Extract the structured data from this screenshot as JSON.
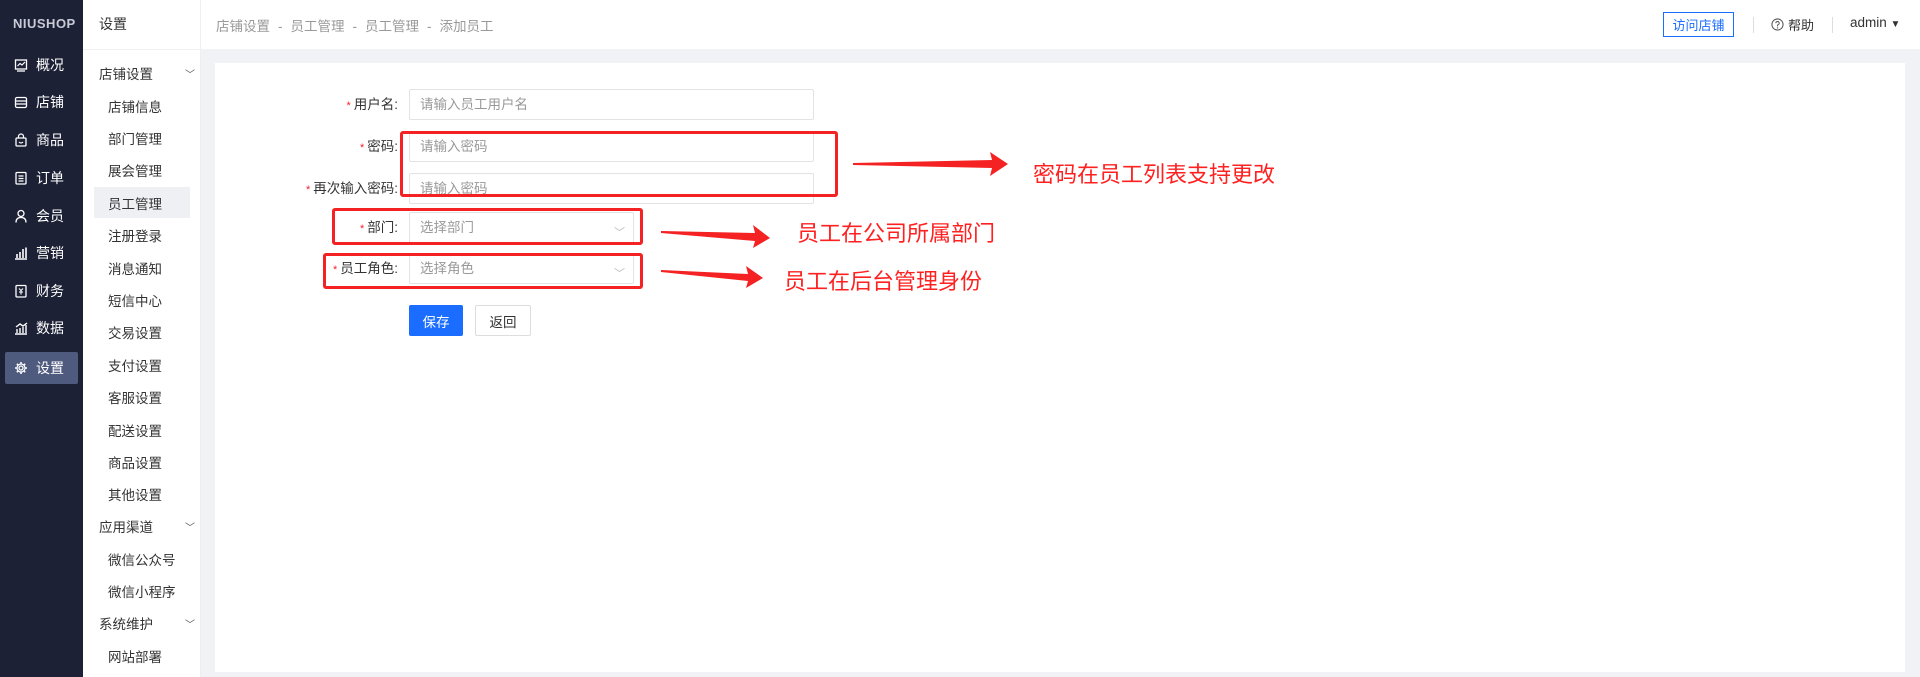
{
  "brand": "NIUSHOP",
  "main_nav": [
    {
      "label": "概况",
      "icon": "chart-icon"
    },
    {
      "label": "店铺",
      "icon": "store-icon"
    },
    {
      "label": "商品",
      "icon": "bag-icon"
    },
    {
      "label": "订单",
      "icon": "order-icon"
    },
    {
      "label": "会员",
      "icon": "user-icon"
    },
    {
      "label": "营销",
      "icon": "bar-chart-icon"
    },
    {
      "label": "财务",
      "icon": "finance-icon"
    },
    {
      "label": "数据",
      "icon": "data-icon"
    },
    {
      "label": "设置",
      "icon": "gear-icon",
      "active": true
    }
  ],
  "sub_nav": {
    "title": "设置",
    "groups": [
      {
        "label": "店铺设置",
        "items": [
          "店铺信息",
          "部门管理",
          "展会管理",
          "员工管理",
          "注册登录",
          "消息通知",
          "短信中心",
          "交易设置",
          "支付设置",
          "客服设置",
          "配送设置",
          "商品设置",
          "其他设置"
        ]
      },
      {
        "label": "应用渠道",
        "items": [
          "微信公众号",
          "微信小程序"
        ]
      },
      {
        "label": "系统维护",
        "items": [
          "网站部署"
        ]
      }
    ],
    "active_item": "员工管理"
  },
  "breadcrumb": [
    "店铺设置",
    "员工管理",
    "员工管理",
    "添加员工"
  ],
  "breadcrumb_sep": "-",
  "header": {
    "visit_store": "访问店铺",
    "help": "帮助",
    "user": "admin"
  },
  "form": {
    "username": {
      "label": "用户名:",
      "placeholder": "请输入员工用户名"
    },
    "password": {
      "label": "密码:",
      "placeholder": "请输入密码"
    },
    "password_confirm": {
      "label": "再次输入密码:",
      "placeholder": "请输入密码"
    },
    "department": {
      "label": "部门:",
      "placeholder": "选择部门"
    },
    "role": {
      "label": "员工角色:",
      "placeholder": "选择角色"
    },
    "required_mark": "*",
    "save": "保存",
    "back": "返回"
  },
  "annotations": [
    "密码在员工列表支持更改",
    "员工在公司所属部门",
    "员工在后台管理身份"
  ],
  "colors": {
    "primary": "#1a6dff",
    "annotation": "#ff2020",
    "sidebar": "#1d2136"
  }
}
